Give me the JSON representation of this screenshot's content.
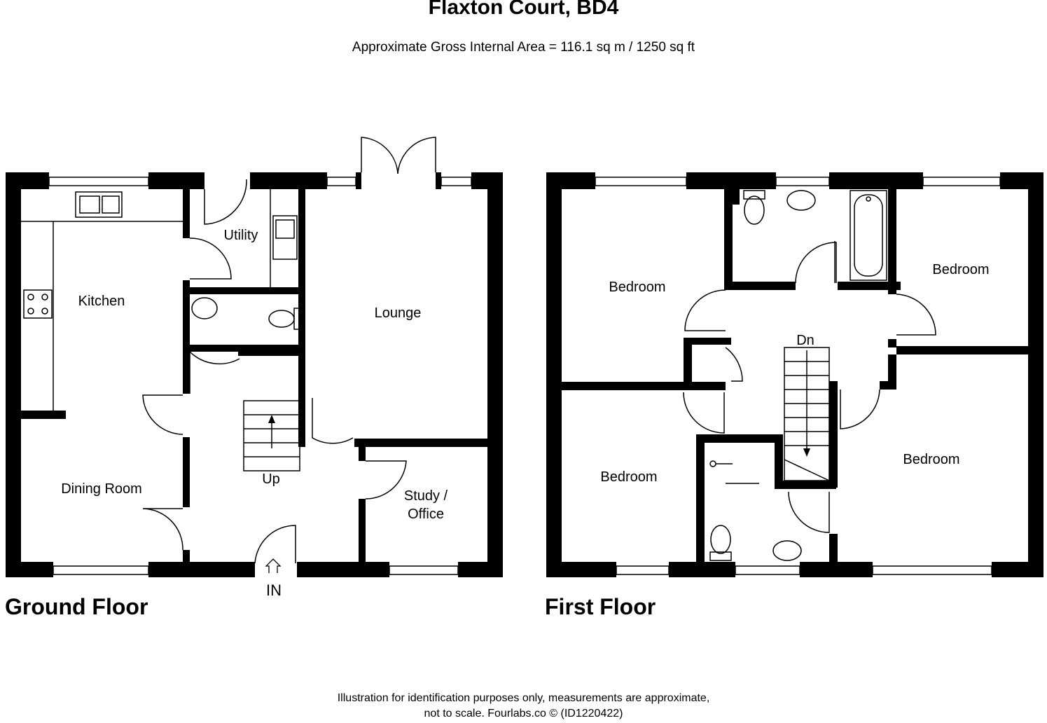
{
  "header": {
    "title": "Flaxton Court, BD4",
    "area": "Approximate Gross Internal Area = 116.1 sq m / 1250 sq ft"
  },
  "ground_floor": {
    "label": "Ground Floor",
    "rooms": {
      "kitchen": "Kitchen",
      "utility": "Utility",
      "lounge": "Lounge",
      "dining": "Dining Room",
      "study_line1": "Study /",
      "study_line2": "Office"
    },
    "stairs_label": "Up",
    "entrance_label": "IN"
  },
  "first_floor": {
    "label": "First Floor",
    "rooms": {
      "bedroom_top_left": "Bedroom",
      "bedroom_top_right": "Bedroom",
      "bedroom_bottom_left": "Bedroom",
      "bedroom_bottom_right": "Bedroom"
    },
    "stairs_label": "Dn"
  },
  "footer": {
    "line1": "Illustration for identification purposes only, measurements are approximate,",
    "line2": "not to scale. Fourlabs.co © (ID1220422)"
  }
}
